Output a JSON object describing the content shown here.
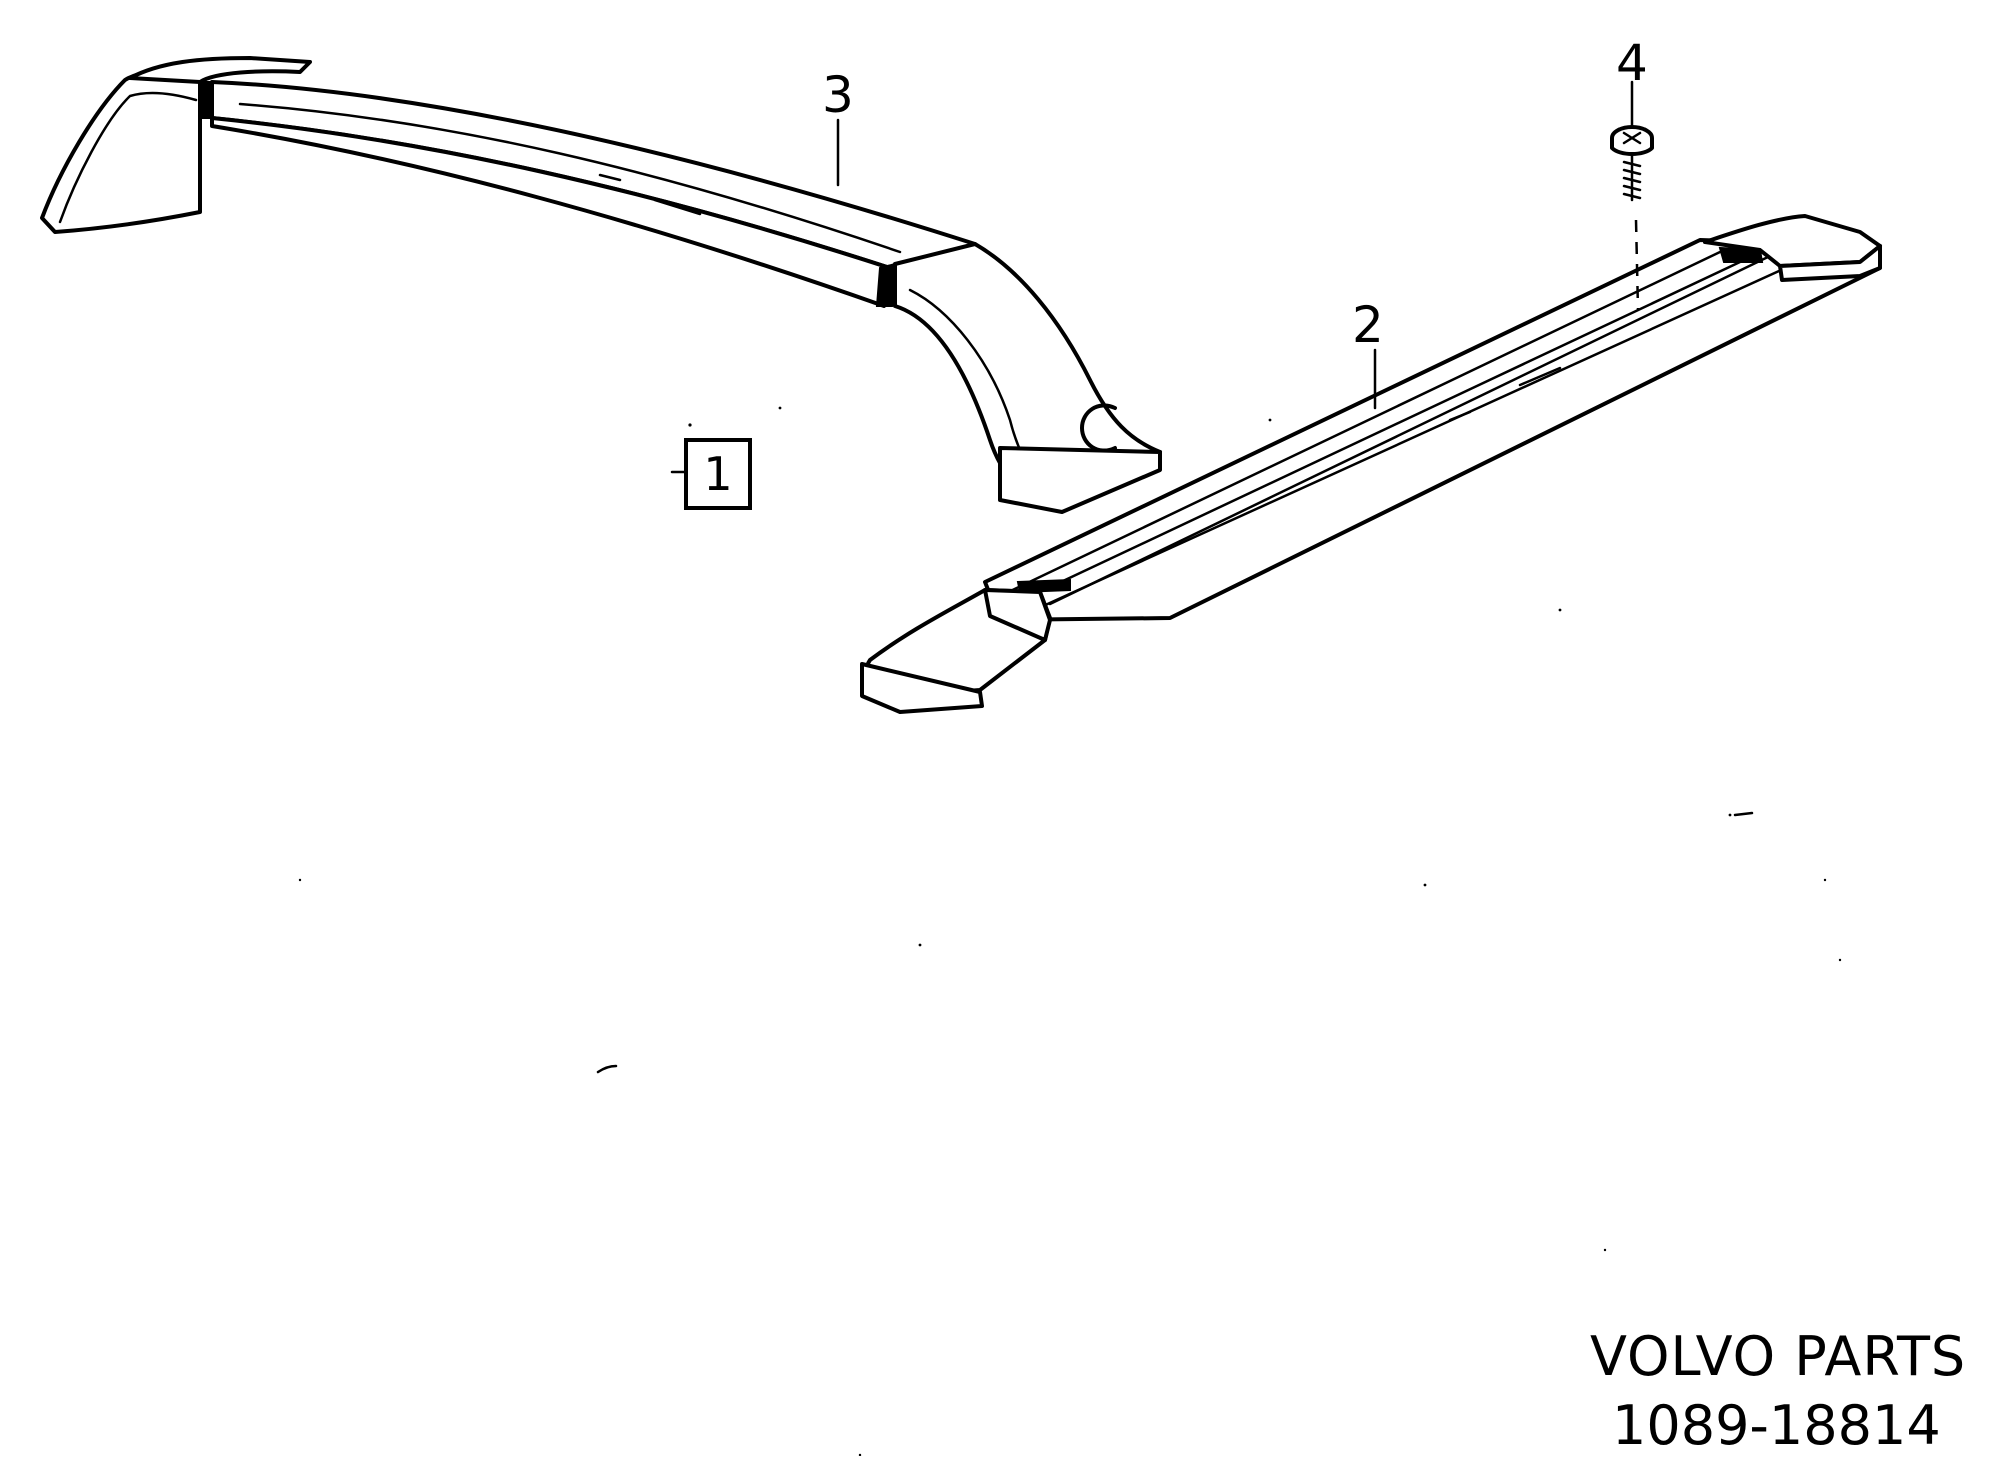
{
  "diagram": {
    "parts": [
      {
        "id": "roof-rail-crossbar",
        "callout": "3"
      },
      {
        "id": "roof-rail-side",
        "callout": "2"
      },
      {
        "id": "screw",
        "callout": "4"
      },
      {
        "id": "kit-reference",
        "callout": "1",
        "boxed": true
      }
    ]
  },
  "footer": {
    "brand": "VOLVO  PARTS",
    "drawing_number": "1089-18814"
  }
}
